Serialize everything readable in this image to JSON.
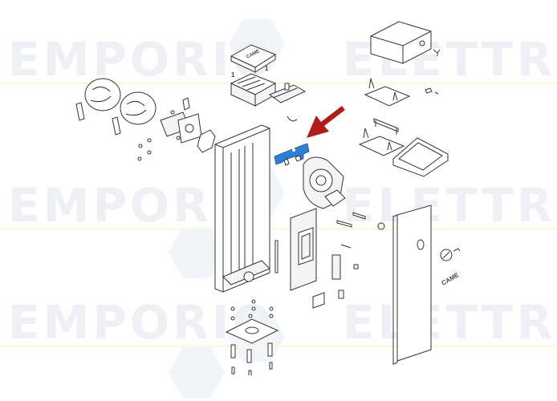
{
  "diagram": {
    "type": "exploded-parts-diagram",
    "subject": "barrier gate cabinet",
    "highlight_color": "#2f7fd6",
    "arrow_color": "#b01c1c",
    "brand_mark": "CAME",
    "part_numbers": [
      "1",
      "1"
    ]
  },
  "watermark": {
    "left": "EMPORIO",
    "right": "ELETTRICO",
    "color": "#eef0f6"
  }
}
